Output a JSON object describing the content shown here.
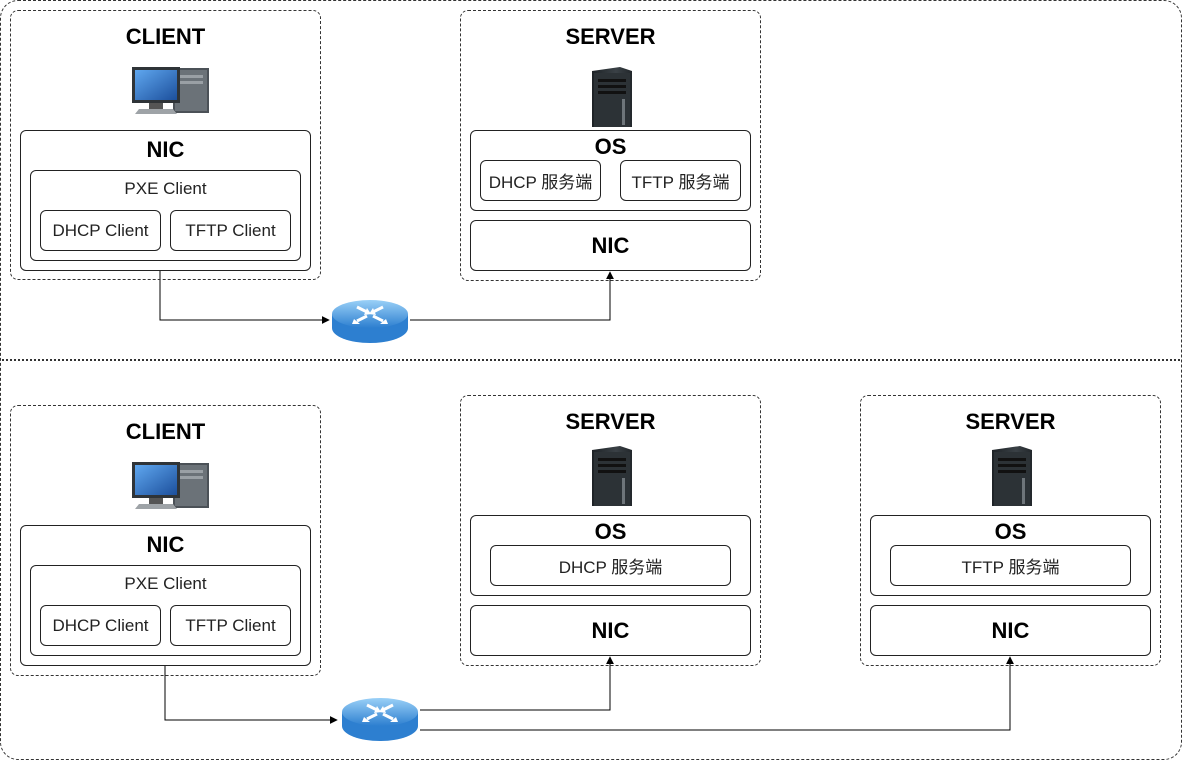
{
  "top": {
    "client": {
      "title": "CLIENT",
      "nic_label": "NIC",
      "pxe_label": "PXE Client",
      "dhcp_client": "DHCP Client",
      "tftp_client": "TFTP Client"
    },
    "server": {
      "title": "SERVER",
      "os_label": "OS",
      "dhcp_service": "DHCP 服务端",
      "tftp_service": "TFTP 服务端",
      "nic_label": "NIC"
    }
  },
  "bottom": {
    "client": {
      "title": "CLIENT",
      "nic_label": "NIC",
      "pxe_label": "PXE Client",
      "dhcp_client": "DHCP Client",
      "tftp_client": "TFTP Client"
    },
    "server_dhcp": {
      "title": "SERVER",
      "os_label": "OS",
      "service": "DHCP 服务端",
      "nic_label": "NIC"
    },
    "server_tftp": {
      "title": "SERVER",
      "os_label": "OS",
      "service": "TFTP 服务端",
      "nic_label": "NIC"
    }
  },
  "icons": {
    "client": "desktop-computer-icon",
    "server": "server-tower-icon",
    "router": "router-icon"
  },
  "colors": {
    "router": "#3a8fd9",
    "monitor_screen": "#3d7fd6",
    "server_body": "#2a2f33"
  }
}
